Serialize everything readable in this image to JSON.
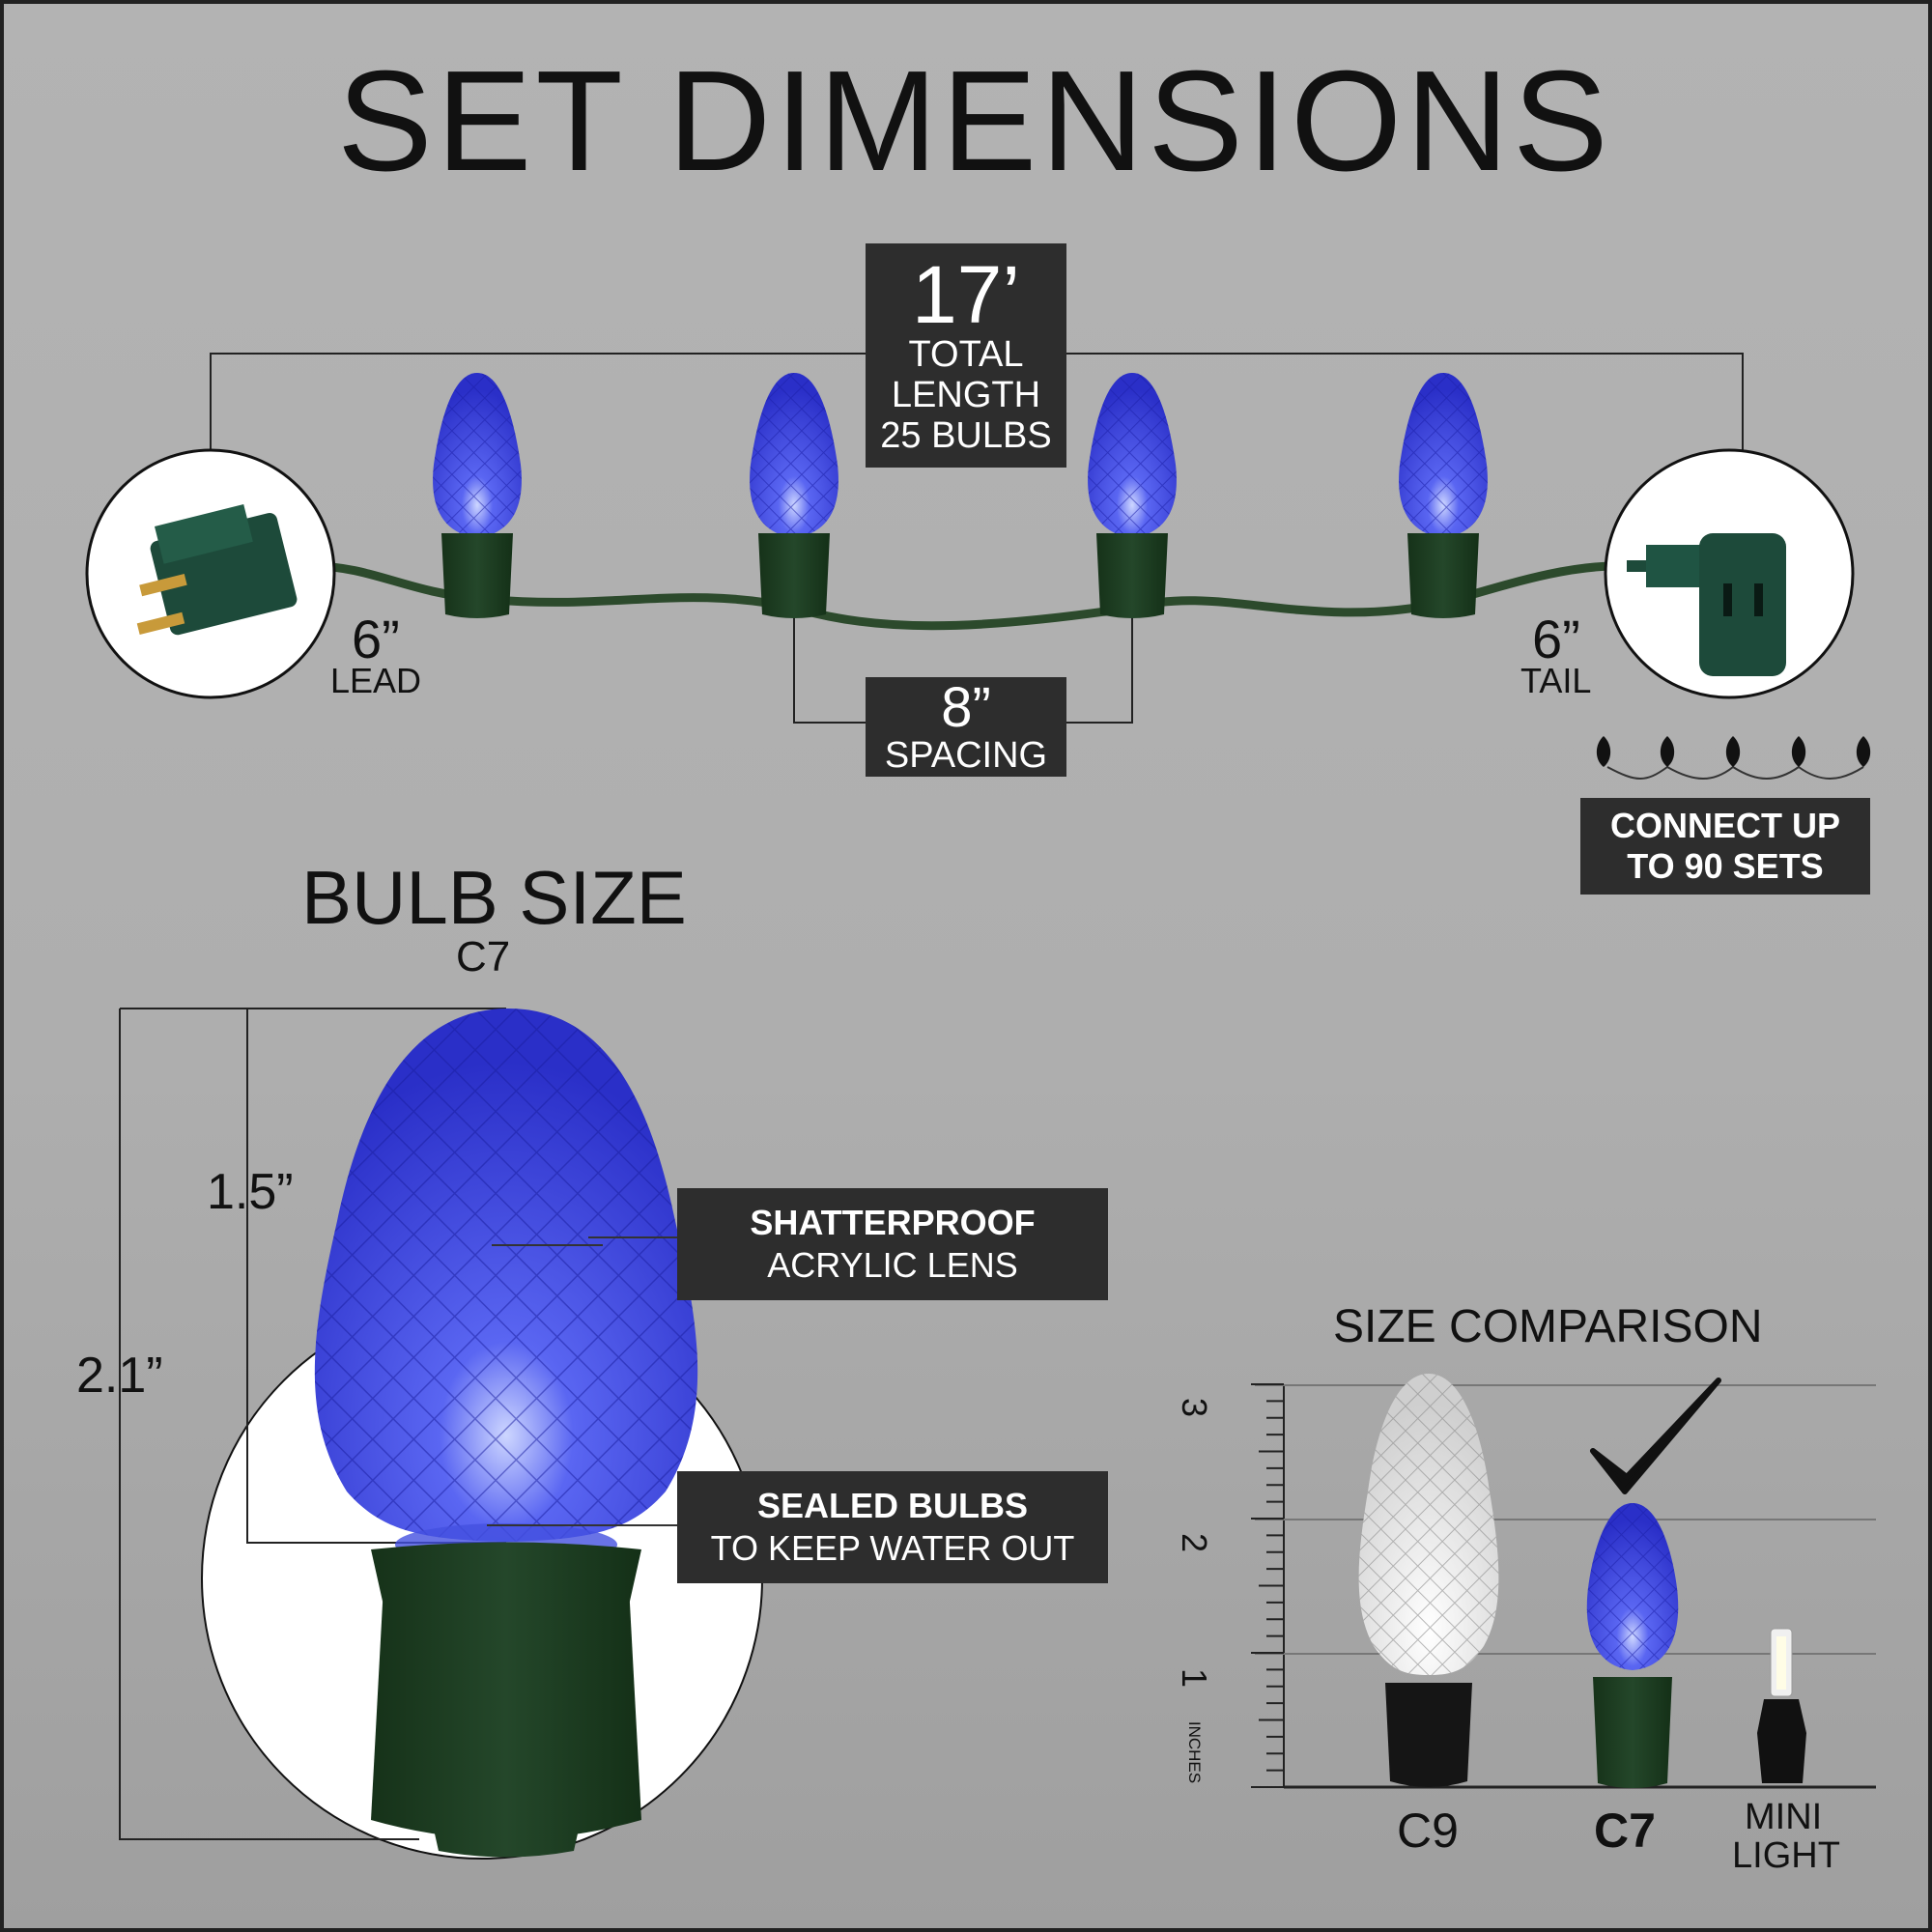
{
  "title": "SET DIMENSIONS",
  "total_box": {
    "value": "17’",
    "line1": "TOTAL",
    "line2": "LENGTH",
    "line3": "25 BULBS"
  },
  "spacing_box": {
    "value": "8”",
    "label": "SPACING"
  },
  "lead": {
    "value": "6”",
    "label": "LEAD"
  },
  "tail": {
    "value": "6”",
    "label": "TAIL"
  },
  "connect_box": {
    "line1": "CONNECT UP",
    "line2": "TO 90 SETS"
  },
  "bulb_size": {
    "title": "BULB SIZE",
    "type": "C7",
    "dim_lens": "1.5”",
    "dim_total": "2.1”"
  },
  "callouts": {
    "lens": {
      "bold": "SHATTERPROOF",
      "text": "ACRYLIC LENS"
    },
    "sealed": {
      "bold": "SEALED BULBS",
      "text": "TO KEEP WATER OUT"
    }
  },
  "comparison": {
    "title": "SIZE COMPARISON",
    "ruler_labels": [
      "3",
      "2",
      "1"
    ],
    "ruler_unit": "INCHES",
    "items": [
      {
        "label": "C9",
        "highlight": false
      },
      {
        "label": "C7",
        "highlight": true
      },
      {
        "label_line1": "MINI",
        "label_line2": "LIGHT",
        "highlight": false
      }
    ]
  },
  "colors": {
    "bulb_blue": "#3438d8",
    "socket_green": "#1d3d22",
    "wire_green": "#2c4a2c",
    "box_bg": "#2d2d2d"
  }
}
